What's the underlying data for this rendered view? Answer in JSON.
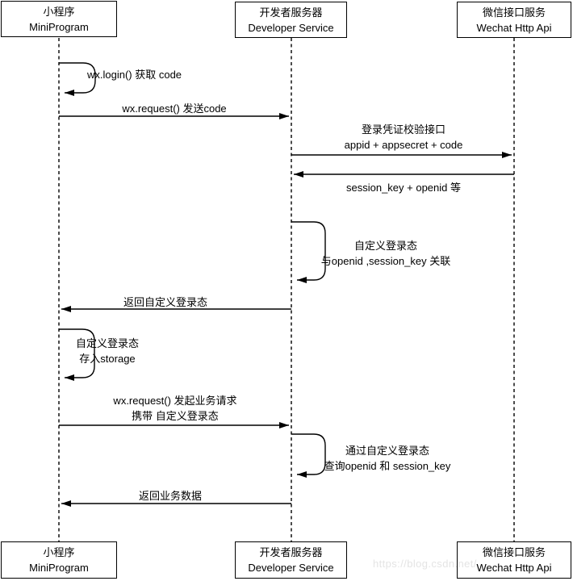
{
  "participants": [
    {
      "cn": "小程序",
      "en": "MiniProgram"
    },
    {
      "cn": "开发者服务器",
      "en": "Developer Service"
    },
    {
      "cn": "微信接口服务",
      "en": "Wechat Http Api"
    }
  ],
  "messages": [
    {
      "type": "self",
      "on": "miniprogram",
      "line1": "wx.login() 获取 code"
    },
    {
      "type": "arrow",
      "from": "miniprogram",
      "to": "developer",
      "line1": "wx.request() 发送code"
    },
    {
      "type": "arrow",
      "from": "developer",
      "to": "wechat",
      "line1": "登录凭证校验接口",
      "line2": "appid + appsecret + code"
    },
    {
      "type": "arrow",
      "from": "wechat",
      "to": "developer",
      "line1": "session_key + openid 等"
    },
    {
      "type": "self",
      "on": "developer",
      "line1": "自定义登录态",
      "line2": "与openid ,session_key 关联"
    },
    {
      "type": "arrow",
      "from": "developer",
      "to": "miniprogram",
      "line1": "返回自定义登录态"
    },
    {
      "type": "self",
      "on": "miniprogram",
      "line1": "自定义登录态",
      "line2": "存入storage"
    },
    {
      "type": "arrow",
      "from": "miniprogram",
      "to": "developer",
      "line1": "wx.request() 发起业务请求",
      "line2": "携带 自定义登录态"
    },
    {
      "type": "self",
      "on": "developer",
      "line1": "通过自定义登录态",
      "line2": "查询openid 和 session_key"
    },
    {
      "type": "arrow",
      "from": "developer",
      "to": "miniprogram",
      "line1": "返回业务数据"
    }
  ],
  "watermark": "https://blog.csdn.net/",
  "colors": {
    "line": "#000000",
    "background": "#ffffff",
    "watermark": "#e4e4e4"
  }
}
